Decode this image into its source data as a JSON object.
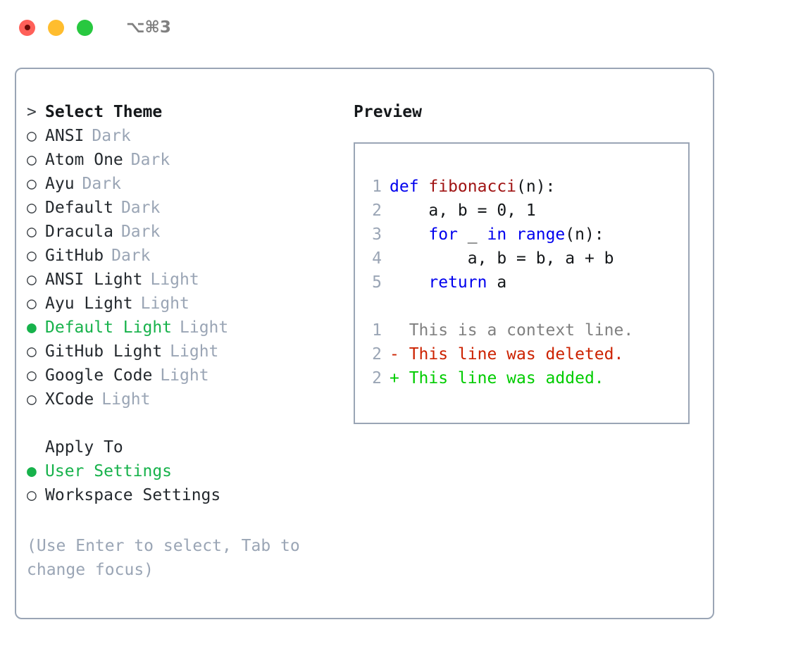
{
  "titlebar": {
    "shortcut": "⌥⌘3",
    "buttons": [
      {
        "name": "close",
        "color": "#ff6059"
      },
      {
        "name": "minimize",
        "color": "#ffbd2e"
      },
      {
        "name": "maximize",
        "color": "#28c840"
      }
    ]
  },
  "colors": {
    "selected_green": "#17b24b",
    "muted": "#9aa5b5",
    "border": "#9aa5b5",
    "keyword_blue": "#0000ee",
    "function_red": "#a01414",
    "diff_delete": "#cc2200",
    "diff_add": "#00cc00",
    "diff_context": "#808080"
  },
  "theme_list": {
    "heading_marker": ">",
    "heading": "Select Theme",
    "items": [
      {
        "marker": "○",
        "label": "ANSI",
        "category": "Dark",
        "selected": false
      },
      {
        "marker": "○",
        "label": "Atom One",
        "category": "Dark",
        "selected": false
      },
      {
        "marker": "○",
        "label": "Ayu",
        "category": "Dark",
        "selected": false
      },
      {
        "marker": "○",
        "label": "Default",
        "category": "Dark",
        "selected": false
      },
      {
        "marker": "○",
        "label": "Dracula",
        "category": "Dark",
        "selected": false
      },
      {
        "marker": "○",
        "label": "GitHub",
        "category": "Dark",
        "selected": false
      },
      {
        "marker": "○",
        "label": "ANSI Light",
        "category": "Light",
        "selected": false
      },
      {
        "marker": "○",
        "label": "Ayu Light",
        "category": "Light",
        "selected": false
      },
      {
        "marker": "●",
        "label": "Default Light",
        "category": "Light",
        "selected": true
      },
      {
        "marker": "○",
        "label": "GitHub Light",
        "category": "Light",
        "selected": false
      },
      {
        "marker": "○",
        "label": "Google Code",
        "category": "Light",
        "selected": false
      },
      {
        "marker": "○",
        "label": "XCode",
        "category": "Light",
        "selected": false
      }
    ]
  },
  "apply_to": {
    "title": "Apply To",
    "items": [
      {
        "marker": "●",
        "label": "User Settings",
        "selected": true
      },
      {
        "marker": "○",
        "label": "Workspace Settings",
        "selected": false
      }
    ]
  },
  "hint": "(Use Enter to select, Tab to\nchange focus)",
  "preview": {
    "title": "Preview",
    "code_lines": [
      {
        "lineno": "1",
        "tokens": [
          {
            "text": "def ",
            "type": "keyword"
          },
          {
            "text": "fibonacci",
            "type": "function"
          },
          {
            "text": "(n):",
            "type": "plain"
          }
        ]
      },
      {
        "lineno": "2",
        "tokens": [
          {
            "text": "    a, b = 0, 1",
            "type": "plain"
          }
        ]
      },
      {
        "lineno": "3",
        "tokens": [
          {
            "text": "    ",
            "type": "plain"
          },
          {
            "text": "for",
            "type": "keyword"
          },
          {
            "text": " _ ",
            "type": "plain"
          },
          {
            "text": "in range",
            "type": "keyword"
          },
          {
            "text": "(n):",
            "type": "plain"
          }
        ]
      },
      {
        "lineno": "4",
        "tokens": [
          {
            "text": "        a, b = b, a + b",
            "type": "plain"
          }
        ]
      },
      {
        "lineno": "5",
        "tokens": [
          {
            "text": "    ",
            "type": "plain"
          },
          {
            "text": "return",
            "type": "keyword"
          },
          {
            "text": " a",
            "type": "plain"
          }
        ]
      }
    ],
    "diff_lines": [
      {
        "lineno": "1",
        "text": "  This is a context line.",
        "type": "context"
      },
      {
        "lineno": "2",
        "text": "- This line was deleted.",
        "type": "delete"
      },
      {
        "lineno": "2",
        "text": "+ This line was added.",
        "type": "add"
      }
    ]
  }
}
